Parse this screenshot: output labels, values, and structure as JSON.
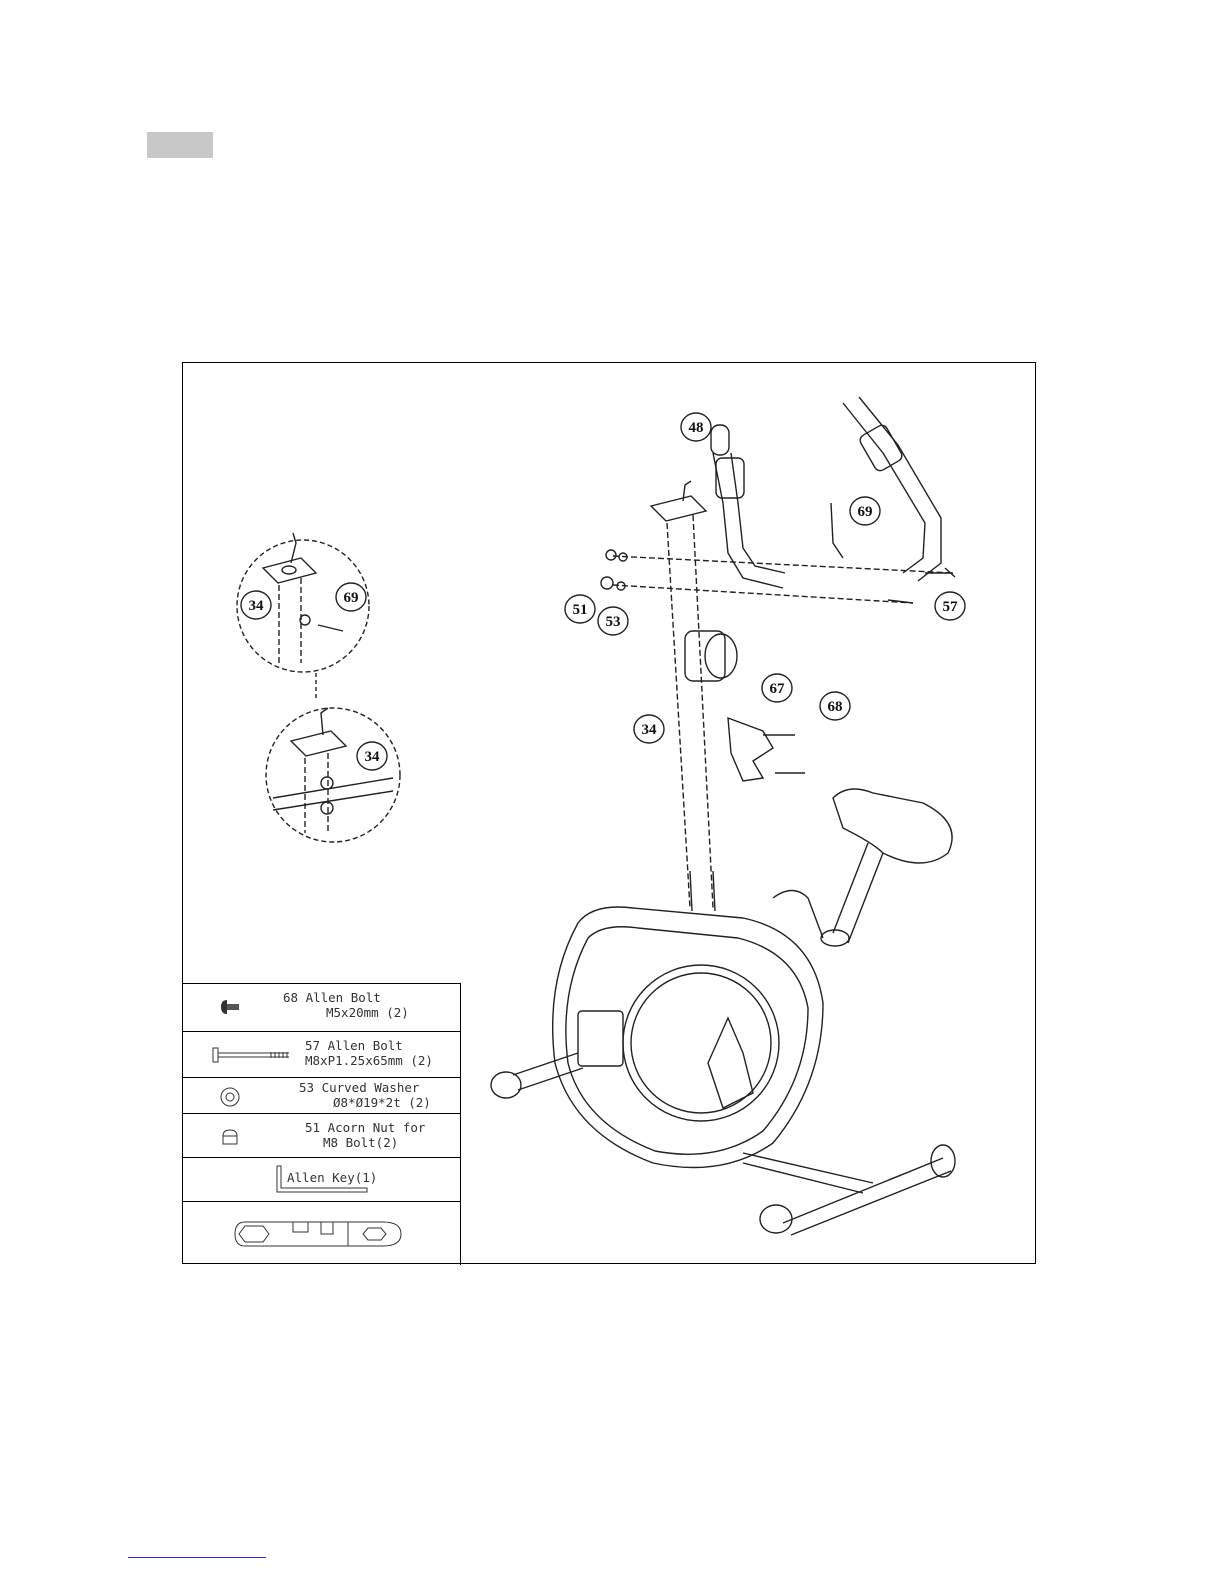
{
  "callouts": {
    "c48": "48",
    "c69": "69",
    "c51": "51",
    "c53": "53",
    "c57": "57",
    "c67": "67",
    "c68": "68",
    "c34": "34",
    "detail_c34_top": "34",
    "detail_c69": "69",
    "detail_c34_bottom": "34"
  },
  "parts": [
    {
      "line1": "68 Allen Bolt",
      "line2": "M5x20mm (2)",
      "icon": "button-head-bolt-icon"
    },
    {
      "line1": "57 Allen Bolt",
      "line2": "M8xP1.25x65mm (2)",
      "icon": "long-bolt-icon"
    },
    {
      "line1": "53 Curved Washer",
      "line2": "Ø8*Ø19*2t (2)",
      "icon": "washer-icon"
    },
    {
      "line1": "51 Acorn Nut for",
      "line2": "M8 Bolt(2)",
      "icon": "acorn-nut-icon"
    },
    {
      "line1": "Allen Key(1)",
      "line2": "",
      "icon": "allen-key-icon"
    },
    {
      "line1": "",
      "line2": "",
      "icon": "spanner-icon"
    }
  ]
}
